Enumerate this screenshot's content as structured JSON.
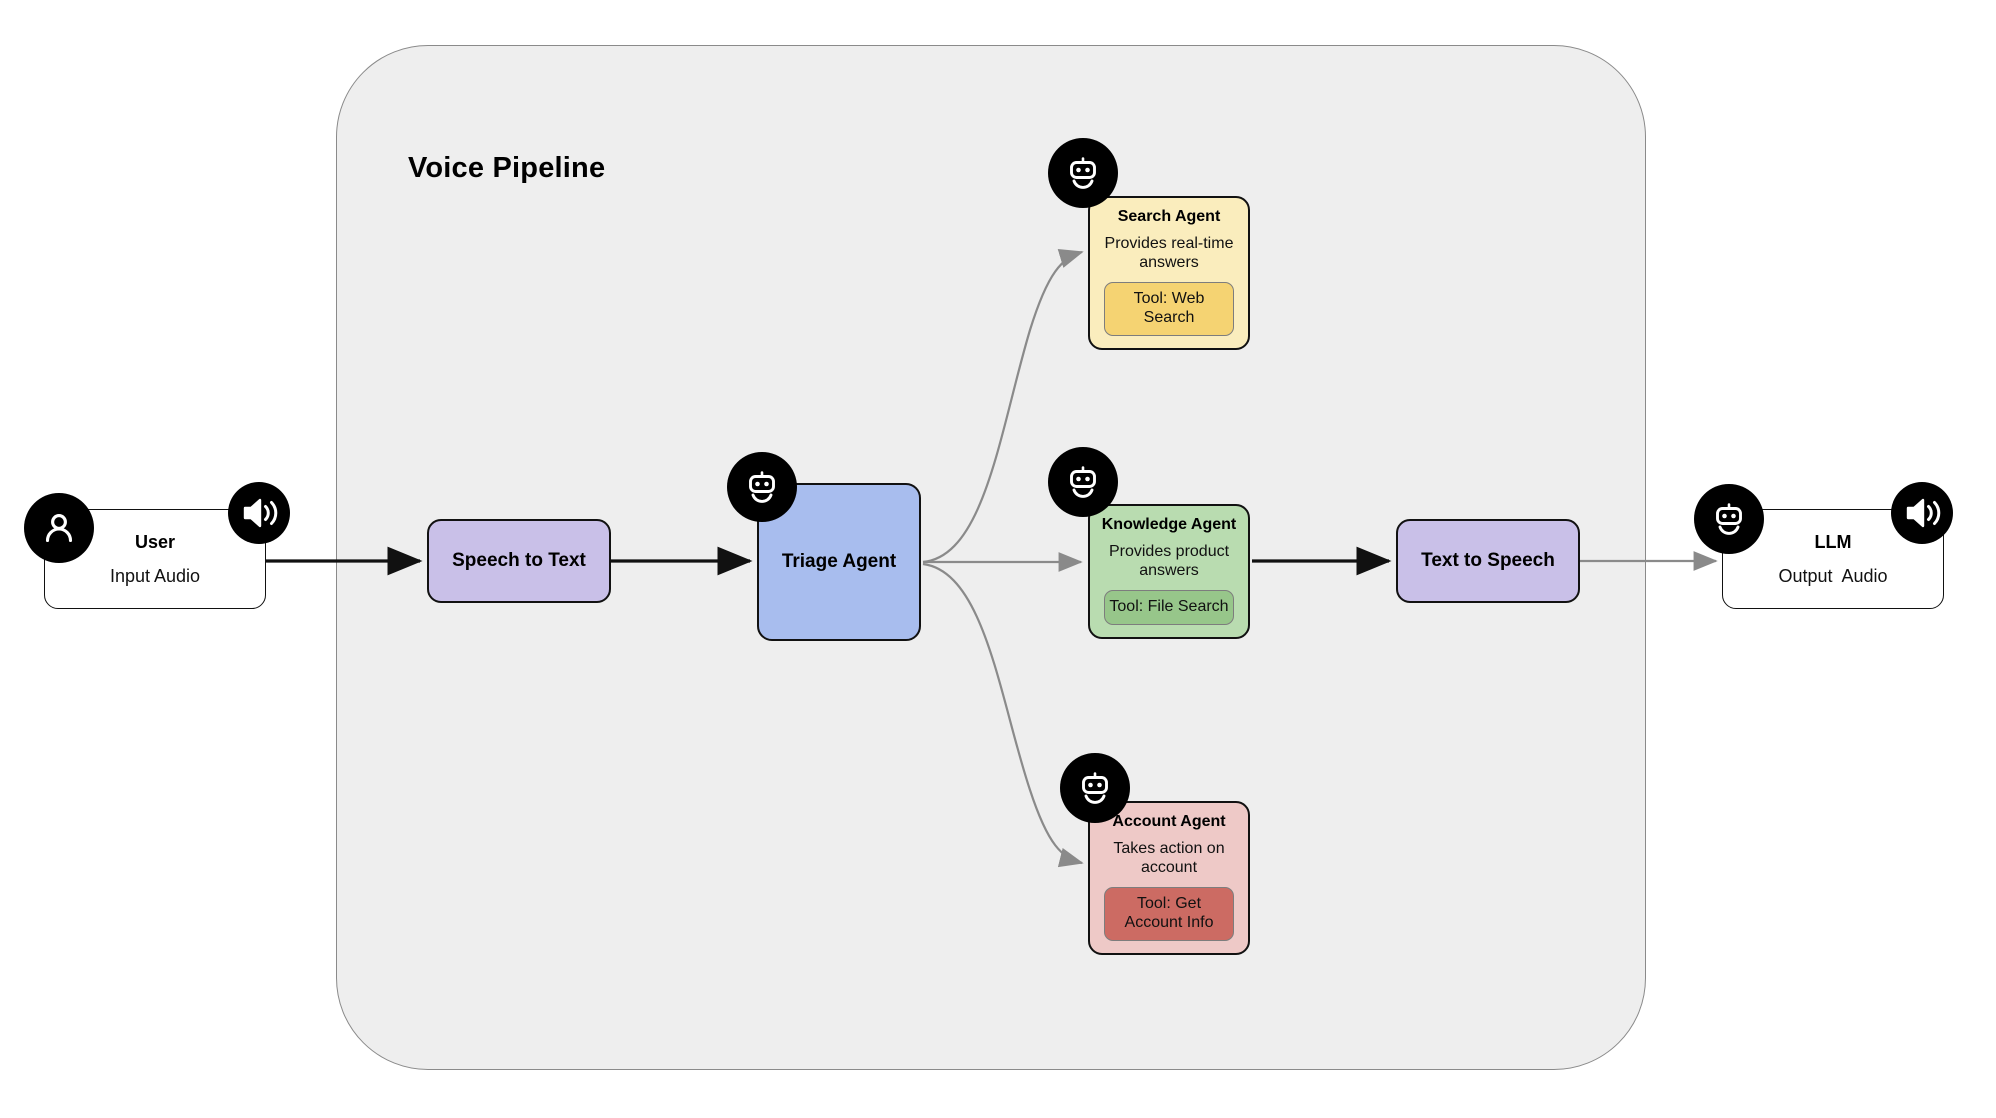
{
  "container": {
    "title": "Voice Pipeline",
    "bg_color": "#eeeeee",
    "border_color": "#8a8a8a"
  },
  "endpoints": [
    {
      "id": "user",
      "title": "User",
      "subtitle": "Input Audio",
      "left_icon": "person-icon",
      "right_icon": "speaker-icon"
    },
    {
      "id": "llm",
      "title": "LLM",
      "subtitle": "Output  Audio",
      "left_icon": "robot-icon",
      "right_icon": "speaker-icon"
    }
  ],
  "nodes": [
    {
      "id": "stt",
      "label": "Speech to Text",
      "color": "#c9c0e8"
    },
    {
      "id": "triage",
      "label": "Triage Agent",
      "color": "#a8bdee",
      "icon": "robot-icon"
    },
    {
      "id": "tts",
      "label": "Text to Speech",
      "color": "#c9c0e8"
    }
  ],
  "agents": [
    {
      "id": "search",
      "title": "Search Agent",
      "description": "Provides real-time answers",
      "tool": "Tool: Web Search",
      "card_color": "#faedbd",
      "tool_color": "#f5d372",
      "icon": "robot-icon"
    },
    {
      "id": "knowledge",
      "title": "Knowledge Agent",
      "description": "Provides product answers",
      "tool": "Tool: File Search",
      "card_color": "#b9dcb0",
      "tool_color": "#97c68a",
      "icon": "robot-icon"
    },
    {
      "id": "account",
      "title": "Account Agent",
      "description": "Takes action on account",
      "tool": "Tool: Get Account Info",
      "card_color": "#eec9c7",
      "tool_color": "#cc6b63",
      "icon": "robot-icon"
    }
  ],
  "edges": [
    {
      "from": "user",
      "to": "stt",
      "style": "solid-black"
    },
    {
      "from": "stt",
      "to": "triage",
      "style": "solid-black"
    },
    {
      "from": "triage",
      "to": "search",
      "style": "curved-gray"
    },
    {
      "from": "triage",
      "to": "knowledge",
      "style": "solid-gray"
    },
    {
      "from": "triage",
      "to": "account",
      "style": "curved-gray"
    },
    {
      "from": "knowledge",
      "to": "tts",
      "style": "solid-black"
    },
    {
      "from": "tts",
      "to": "llm",
      "style": "solid-gray"
    }
  ]
}
